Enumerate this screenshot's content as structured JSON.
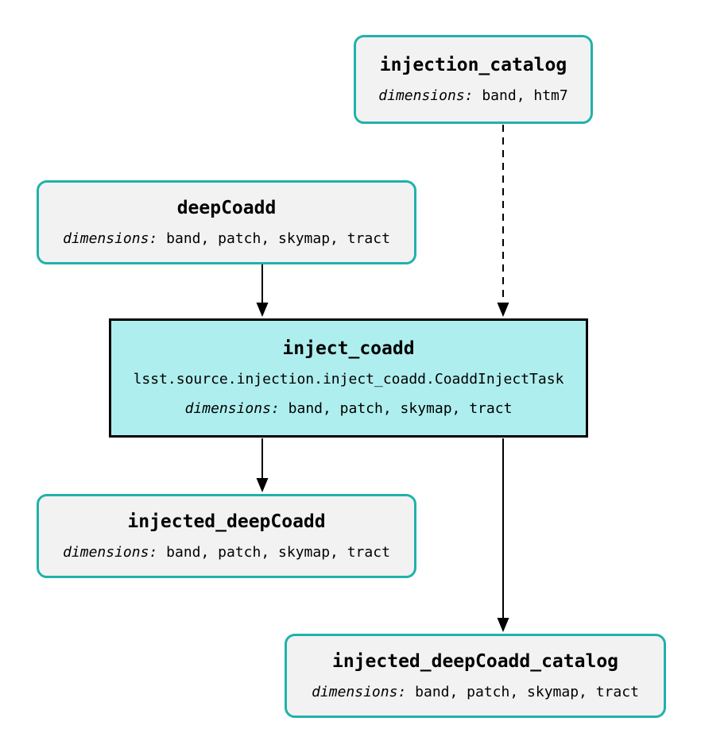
{
  "diagram": {
    "background_color": "#ffffff",
    "colors": {
      "dataset_node_border": "#20B2AA",
      "dataset_node_fill": "#F2F2F2",
      "task_node_border": "#000000",
      "task_node_fill": "#AFEEEE",
      "edge_color": "#000000",
      "text_color": "#000000"
    },
    "nodes": {
      "injection_catalog": {
        "type": "dataset",
        "title": "injection_catalog",
        "dimensions_label": "dimensions:",
        "dimensions": "band, htm7"
      },
      "deepCoadd": {
        "type": "dataset",
        "title": "deepCoadd",
        "dimensions_label": "dimensions:",
        "dimensions": "band, patch, skymap, tract"
      },
      "inject_coadd": {
        "type": "task",
        "title": "inject_coadd",
        "task_class": "lsst.source.injection.inject_coadd.CoaddInjectTask",
        "dimensions_label": "dimensions:",
        "dimensions": "band, patch, skymap, tract"
      },
      "injected_deepCoadd": {
        "type": "dataset",
        "title": "injected_deepCoadd",
        "dimensions_label": "dimensions:",
        "dimensions": "band, patch, skymap, tract"
      },
      "injected_deepCoadd_catalog": {
        "type": "dataset",
        "title": "injected_deepCoadd_catalog",
        "dimensions_label": "dimensions:",
        "dimensions": "band, patch, skymap, tract"
      }
    },
    "edges": [
      {
        "from": "deepCoadd",
        "to": "inject_coadd",
        "style": "solid"
      },
      {
        "from": "injection_catalog",
        "to": "inject_coadd",
        "style": "dashed"
      },
      {
        "from": "inject_coadd",
        "to": "injected_deepCoadd",
        "style": "solid"
      },
      {
        "from": "inject_coadd",
        "to": "injected_deepCoadd_catalog",
        "style": "solid"
      }
    ]
  }
}
